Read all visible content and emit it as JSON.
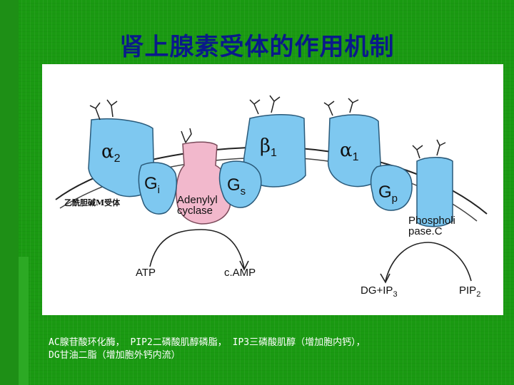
{
  "title": "肾上腺素受体的作用机制",
  "receptors": {
    "alpha2": {
      "greek": "α",
      "sub": "2"
    },
    "beta1": {
      "greek": "β",
      "sub": "1"
    },
    "alpha1": {
      "greek": "α",
      "sub": "1"
    }
  },
  "g_proteins": {
    "gi": {
      "letter": "G",
      "sub": "i"
    },
    "gs": {
      "letter": "G",
      "sub": "s"
    },
    "gp": {
      "letter": "G",
      "sub": "p"
    }
  },
  "labels": {
    "m_receptor": "乙酰胆碱M受体",
    "adenylyl_line1": "Adenylyl",
    "adenylyl_line2": "cyclase",
    "phospholipase_line1": "Phospholi",
    "phospholipase_line2": "pase.C",
    "atp": "ATP",
    "camp": "c.AMP",
    "dg_ip3": "DG+IP",
    "dg_ip3_sub": "3",
    "pip2": "PIP",
    "pip2_sub": "2"
  },
  "footnote": {
    "line1": "AC腺苷酸环化酶， PIP2二磷酸肌醇磷脂， IP3三磷酸肌醇（增加胞内钙），",
    "line2": "DG甘油二脂（增加胞外钙内流）"
  },
  "colors": {
    "background": "#1a9a12",
    "title": "#0a1a8a",
    "receptor_blue": "#7ec8f0",
    "adenylyl_pink": "#f2b8cc",
    "panel": "#ffffff"
  }
}
